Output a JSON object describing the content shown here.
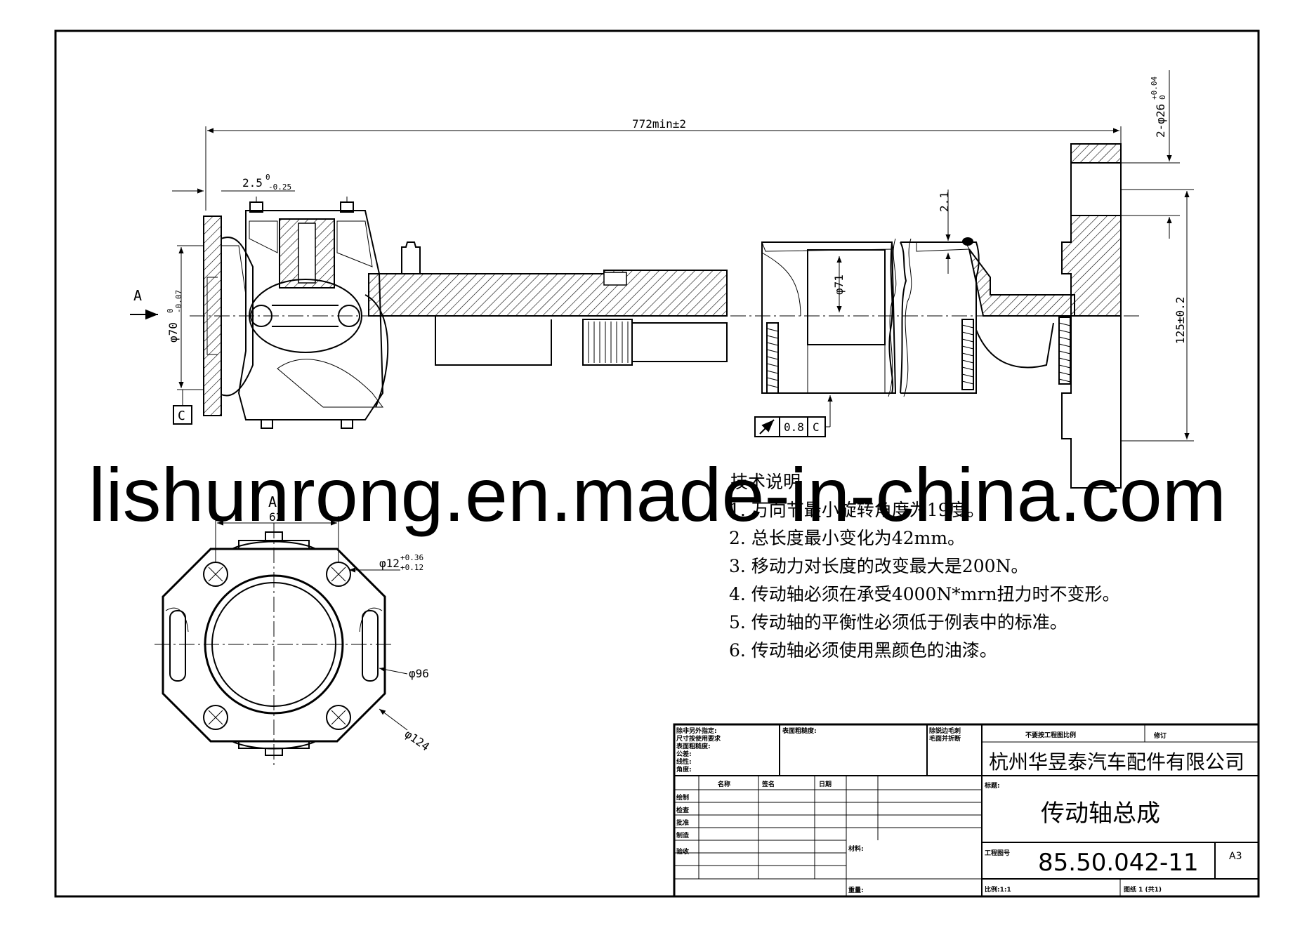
{
  "dimensions": {
    "overall_length": "772min±2",
    "flange_step": "2.5",
    "flange_step_upper": "0",
    "flange_step_lower": "-0.25",
    "pilot_dia": "φ70",
    "pilot_dia_upper": "0",
    "pilot_dia_lower": "-0.07",
    "tube_dia": "φ71",
    "tube_wall": "2.1",
    "holes": "2-φ26",
    "holes_upper": "+0.04",
    "holes_lower": "0",
    "yoke_span": "125±0.2",
    "flange_width": "62",
    "bolt_hole": "φ12",
    "bolt_hole_upper": "+0.36",
    "bolt_hole_lower": "+0.12",
    "inner_dia": "φ96",
    "outer_dia": "φ124"
  },
  "labels": {
    "view_a": "A",
    "section_view": "A",
    "datum": "C",
    "tolerance_value": "0.8",
    "tolerance_datum": "C"
  },
  "notes": {
    "title": "技术说明",
    "items": [
      "1. 万向节最小旋转角度为19度。",
      "2. 总长度最小变化为42mm。",
      "3. 移动力对长度的改变最大是200N。",
      "4. 传动轴必须在承受4000N*mrn扭力时不变形。",
      "5. 传动轴的平衡性必须低于例表中的标准。",
      "6. 传动轴必须使用黑颜色的油漆。"
    ]
  },
  "watermark": "lishunrong.en.made-in-china.com",
  "title_block": {
    "tolerance_lines": [
      "除非另外指定:",
      "尺寸按使用要求",
      "表面粗糙度:",
      "公差:",
      "  线性:",
      "  角度:"
    ],
    "surface_finish": "表面粗糙度:",
    "deburr": [
      "除锐边毛刺",
      "毛面并折断"
    ],
    "no_scale": "不要按工程图比例",
    "revision": "修订",
    "company": "杭州华昱泰汽车配件有限公司",
    "col_name": "名称",
    "col_sign": "签名",
    "col_date": "日期",
    "rows": [
      "绘制",
      "检查",
      "批准",
      "制造",
      "验收"
    ],
    "material": "材料:",
    "title_label": "标题:",
    "title": "传动轴总成",
    "drawing_no_label": "工程图号",
    "drawing_no": "85.50.042-11",
    "size": "A3",
    "weight": "重量:",
    "scale": "比例:1:1",
    "sheet": "图纸 1 (共1)"
  }
}
